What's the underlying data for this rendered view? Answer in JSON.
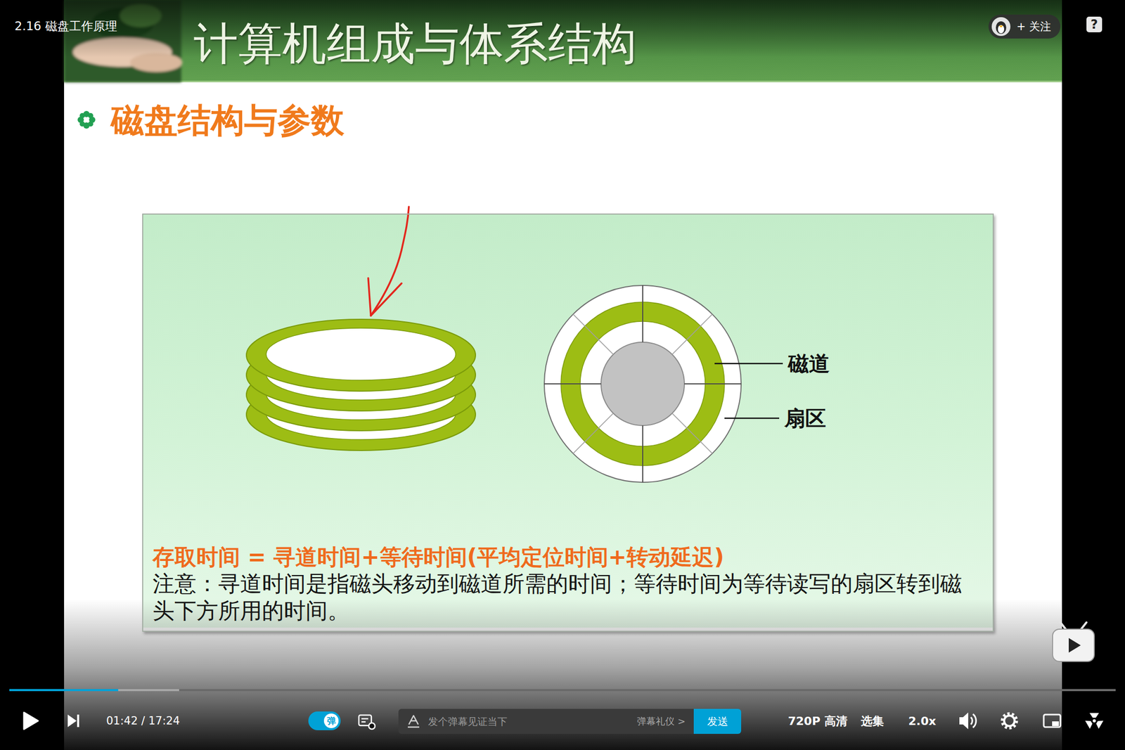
{
  "diagram": {
    "title": "计算机组成与体系结构",
    "nodes": [
      {
        "text": [
          "存取时间 = 寻道时间+等待时间(平均定位时间+转动延迟)",
          "注意：寻道时间是指磁头移动到磁道所需的时间；等待时间为等待读写的扇区转到磁头下方所用的时间。"
        ]
      },
      {
        "text": [
          "+ 关注"
        ]
      },
      {
        "text": [
          "弹"
        ]
      },
      {
        "text": [
          "发个弹幕见证当下",
          "弹幕礼仪 >"
        ]
      },
      {
        "text": [
          "发送"
        ]
      }
    ],
    "labels": [
      "2.16 磁盘工作原理",
      "磁盘结构与参数",
      "磁道",
      "扇区",
      "?",
      "01:42 / 17:24",
      "720P 高清",
      "选集",
      "2.0x"
    ]
  }
}
